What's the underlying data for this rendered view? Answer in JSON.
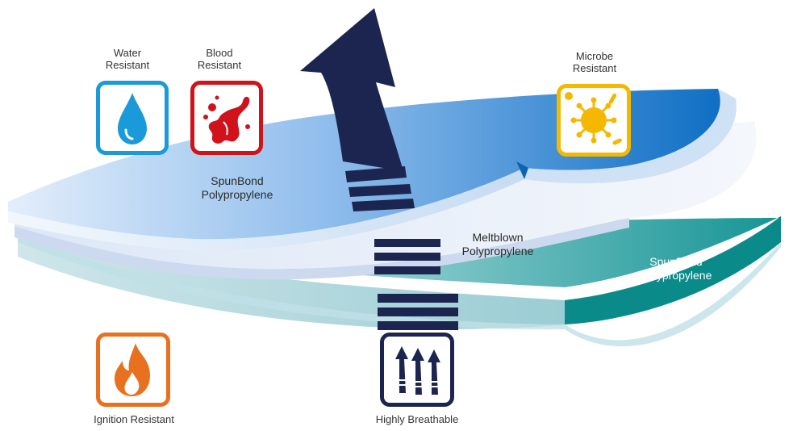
{
  "features": {
    "water": {
      "line1": "Water",
      "line2": "Resistant",
      "color": "#1a9ad8",
      "icon": "water-drop-icon"
    },
    "blood": {
      "line1": "Blood",
      "line2": "Resistant",
      "color": "#d0121b",
      "icon": "blood-splatter-icon"
    },
    "microbe": {
      "line1": "Microbe",
      "line2": "Resistant",
      "color": "#f5b800",
      "icon": "microbe-icon"
    },
    "ignition": {
      "label": "Ignition Resistant",
      "color": "#e8711f",
      "icon": "flame-icon"
    },
    "breathable": {
      "label": "Highly Breathable",
      "color": "#1c2550",
      "icon": "breathable-arrows-icon"
    }
  },
  "layers": {
    "top": {
      "line1": "SpunBond",
      "line2": "Polypropylene",
      "color": "#1f7fd0"
    },
    "middle": {
      "line1": "Meltblown",
      "line2": "Polypropylene",
      "color": "#e6ecf8"
    },
    "bottom": {
      "line1": "SpunBond",
      "line2": "Polypropylene",
      "color": "#0f9c9c"
    }
  },
  "airflow_arrow": {
    "color": "#1c2550"
  }
}
